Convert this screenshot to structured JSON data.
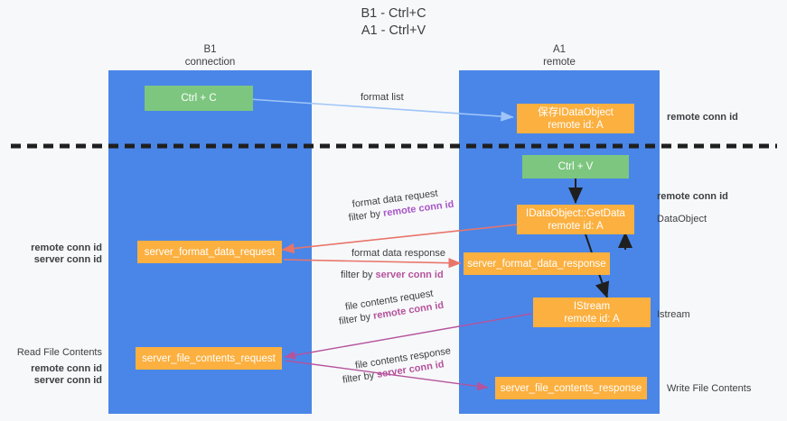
{
  "title": "B1 - Ctrl+C\nA1 - Ctrl+V",
  "lanes": [
    {
      "id": "b1",
      "header": "B1\nconnection"
    },
    {
      "id": "a1",
      "header": "A1\nremote"
    }
  ],
  "nodes": {
    "ctrl_c": {
      "line1": "Ctrl + C",
      "line2": "",
      "color": "#7dc67f"
    },
    "save_idataobject": {
      "line1": "保存IDataObject",
      "line2": "remote id: A",
      "color": "#fbb040"
    },
    "ctrl_v": {
      "line1": "Ctrl + V",
      "line2": "",
      "color": "#7dc67f"
    },
    "getdata": {
      "line1": "IDataObject::GetData",
      "line2": "remote id: A",
      "color": "#fbb040"
    },
    "server_format_data_request": {
      "line1": "server_format_data_request",
      "line2": "",
      "color": "#fbb040"
    },
    "server_format_data_response": {
      "line1": "server_format_data_response",
      "line2": "",
      "color": "#fbb040"
    },
    "istream": {
      "line1": "IStream",
      "line2": "remote id: A",
      "color": "#fbb040"
    },
    "server_file_contents_request": {
      "line1": "server_file_contents_request",
      "line2": "",
      "color": "#fbb040"
    },
    "server_file_contents_response": {
      "line1": "server_file_contents_response",
      "line2": "",
      "color": "#fbb040"
    }
  },
  "edge_labels": {
    "format_list": "format list",
    "format_data_request": "format data request",
    "format_data_request_filter_prefix": "filter by ",
    "format_data_request_filter_key": "remote conn id",
    "format_data_response": "format data response",
    "format_data_response_filter_prefix": "filter by ",
    "format_data_response_filter_key": "server conn id",
    "file_contents_request": "file contents request",
    "file_contents_request_filter_prefix": "filter by ",
    "file_contents_request_filter_key": "remote conn id",
    "file_contents_response": "file contents response",
    "file_contents_response_filter_prefix": "filter by ",
    "file_contents_response_filter_key": "server conn id"
  },
  "annotations": {
    "right_remote_conn_id_top": "remote conn id",
    "right_remote_conn_id_mid": "remote conn id",
    "right_dataobject": "DataObject",
    "right_istream": "Istream",
    "right_write_file_contents": "Write File Contents",
    "left_remote_conn_id_1": "remote conn id",
    "left_server_conn_id_1": "server conn id",
    "left_read_file_contents": "Read File Contents",
    "left_remote_conn_id_2": "remote conn id",
    "left_server_conn_id_2": "server conn id"
  },
  "colors": {
    "lane": "#4a86e8",
    "green": "#7dc67f",
    "orange": "#fbb040",
    "purple": "#a855c8",
    "magenta": "#b5539c",
    "red_arrow": "#e8756a",
    "blue_arrow": "#9fc5f8",
    "black": "#1f1f1f",
    "background": "#f7f8fa"
  }
}
